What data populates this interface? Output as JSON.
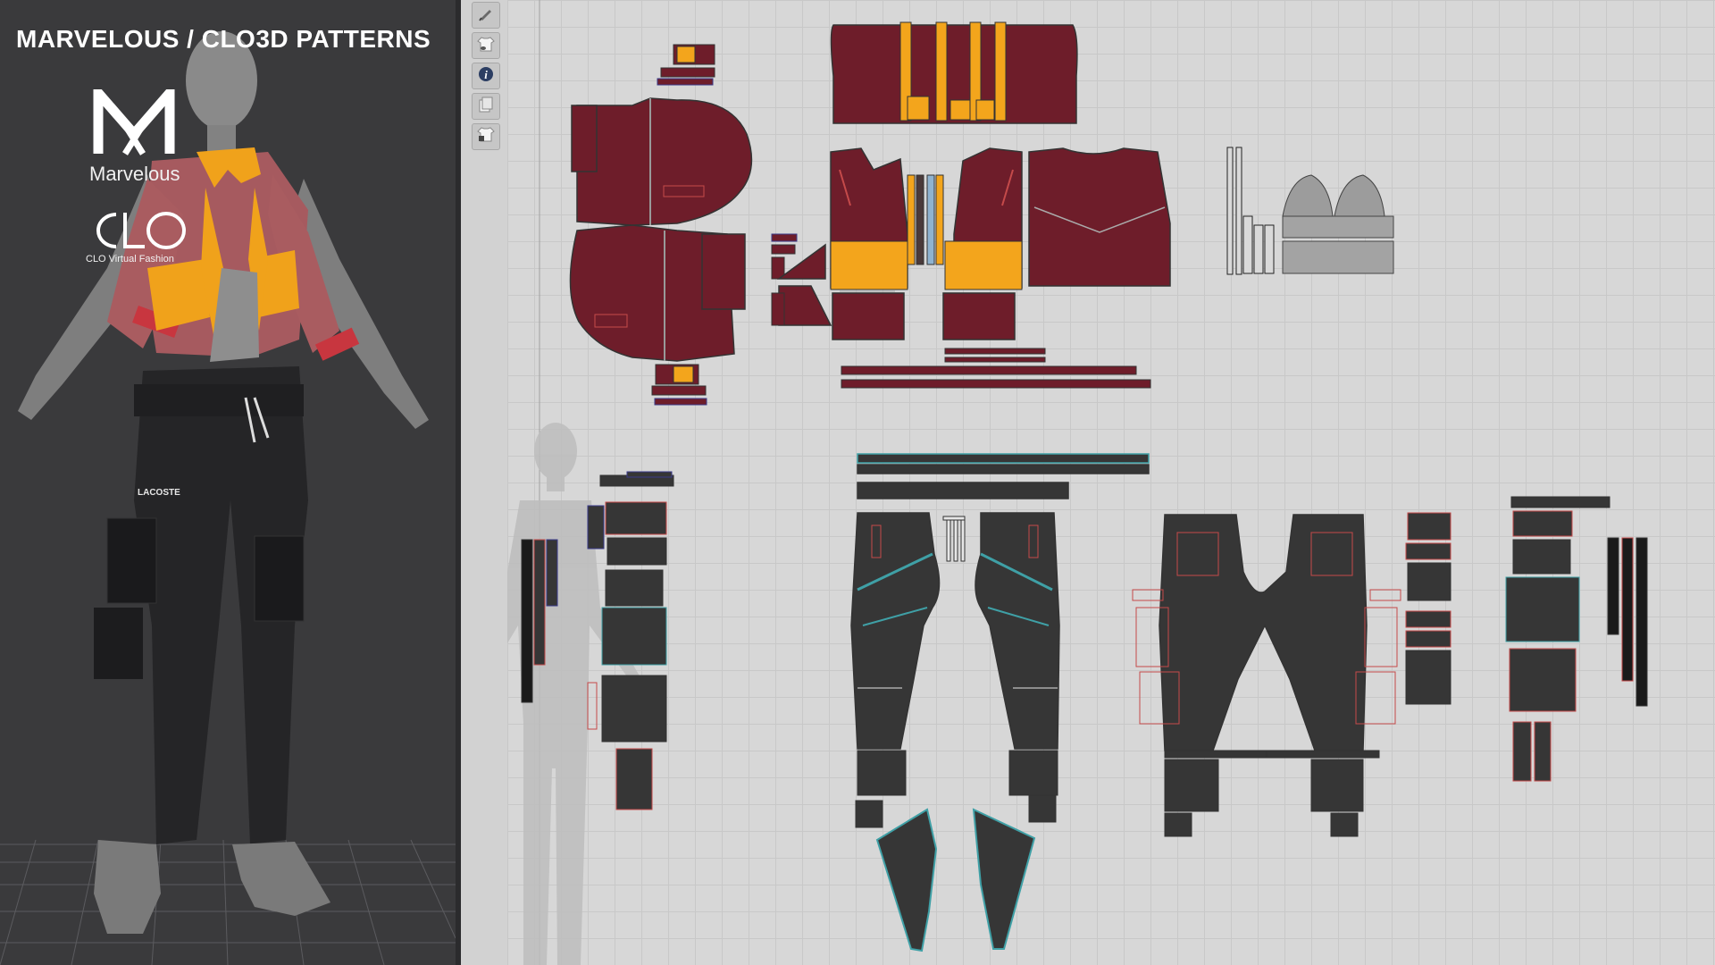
{
  "header": {
    "title": "MARVELOUS / CLO3D PATTERNS"
  },
  "logos": {
    "marvelous_label": "Marvelous",
    "clo_label": "CLO Virtual Fashion"
  },
  "avatar": {
    "pants_brand_label": "LACOSTE"
  },
  "toolbar": {
    "tools": [
      {
        "icon": "pencil-icon"
      },
      {
        "icon": "shirt-eye-icon"
      },
      {
        "icon": "info-icon"
      },
      {
        "icon": "pattern-sheet-icon"
      },
      {
        "icon": "shirt-lock-icon"
      }
    ]
  },
  "colors": {
    "jacket_red": "#6e1d2a",
    "accent_orange": "#f3a51c",
    "pants_dark": "#363636",
    "outline_red": "#d23c3c",
    "outline_teal": "#3fa0a6",
    "viewport_bg": "#3a3a3c",
    "grid_bg": "#d7d7d7"
  }
}
